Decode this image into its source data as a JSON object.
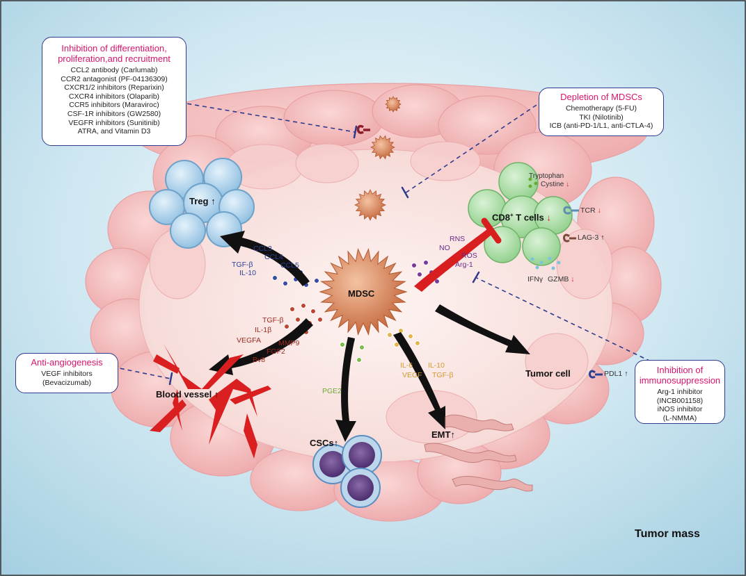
{
  "boxes": {
    "inhibition": {
      "title": "Inhibition of differentiation, proliferation,and recruitment",
      "items": [
        "CCL2 antibody (Carlumab)",
        "CCR2 antagonist (PF-04136309)",
        "CXCR1/2 inhibitors (Reparixin)",
        "CXCR4 inhibitors (Olaparib)",
        "CCR5 inhibitors (Maraviroc)",
        "CSF-1R inhibitors (GW2580)",
        "VEGFR inhibitors (Sunitinib)",
        "ATRA, and Vitamin D3"
      ]
    },
    "depletion": {
      "title": "Depletion of MDSCs",
      "items": [
        "Chemotherapy (5-FU)",
        "TKI (Nilotinib)",
        "ICB (anti-PD-1/L1, anti-CTLA-4)"
      ]
    },
    "angiogenesis": {
      "title": "Anti-angiogenesis",
      "items": [
        "VEGF inhibitors",
        "(Bevacizumab)"
      ]
    },
    "immunosuppression": {
      "title": "Inhibition of immunosuppression",
      "items": [
        "Arg-1 inhibitor",
        "(INCB001158)",
        "iNOS inhibitor",
        "(L-NMMA)"
      ]
    }
  },
  "cells": {
    "mdsc": "MDSC",
    "treg": "Treg",
    "cd8": "CD8",
    "cd8_sup": "+",
    "cd8_suffix": " T cells",
    "tumor_cell": "Tumor cell",
    "blood_vessel": "Blood vessel",
    "cscs": "CSCs",
    "emt": "EMT",
    "tumor_mass": "Tumor mass"
  },
  "molecules": {
    "treg_signals": [
      "CCL3",
      "CCL4",
      "CCL5",
      "TGF-β",
      "IL-10"
    ],
    "vessel_signals": [
      "TGF-β",
      "IL-1β",
      "VEGFA",
      "MMP9",
      "FGF2",
      "Bv8"
    ],
    "tcell_signals": [
      "RNS",
      "NO",
      "ROS",
      "Arg-1"
    ],
    "csc_signals": [
      "PGE2"
    ],
    "emt_signals": [
      "IL-6",
      "IL-10",
      "VEGF",
      "TGF-β"
    ],
    "tcell_markers": {
      "tryptophan": "Tryptophan",
      "cystine": "Cystine",
      "tcr": "TCR",
      "lag3": "LAG-3",
      "ifn": "IFNγ",
      "gzmb": "GZMB"
    },
    "tumor_marker": "PDL1"
  },
  "glyphs": {
    "up": "↑",
    "down": "↓"
  }
}
